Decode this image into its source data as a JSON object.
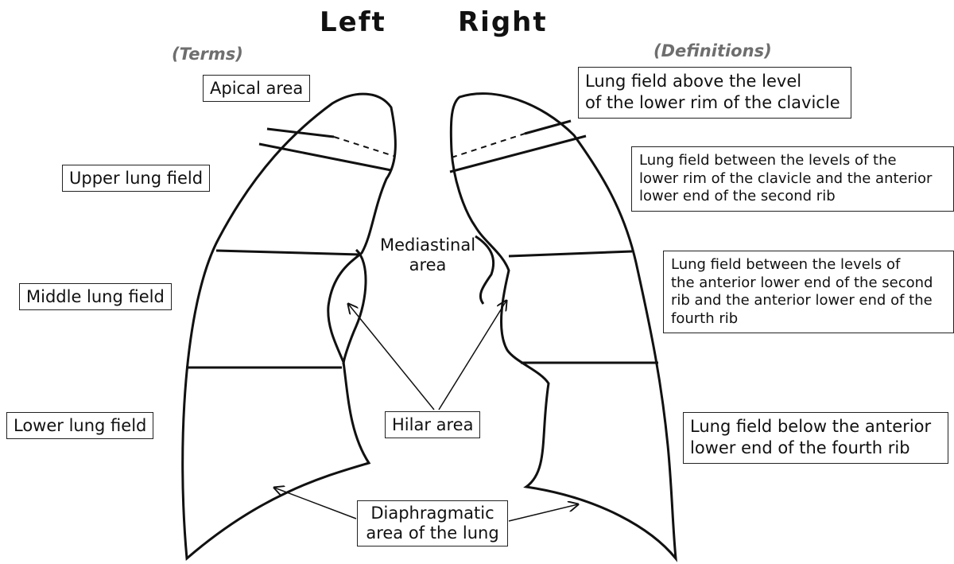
{
  "headings": {
    "left": "Left",
    "right": "Right"
  },
  "captions": {
    "terms": "(Terms)",
    "definitions": "(Definitions)"
  },
  "terms": {
    "apical": "Apical area",
    "upper": "Upper lung field",
    "middle": "Middle lung field",
    "lower": "Lower lung field",
    "hilar": "Hilar area",
    "diaphragmatic": [
      "Diaphragmatic",
      "area of the lung"
    ],
    "mediastinal": [
      "Mediastinal",
      "area"
    ]
  },
  "definitions": {
    "apical": [
      "Lung field above the level",
      "of the lower rim of the clavicle"
    ],
    "upper": [
      "Lung field between the levels of the",
      "lower rim of the clavicle and the anterior",
      "lower end of the second rib"
    ],
    "middle": [
      "Lung field between the levels of",
      "the anterior lower end of the second",
      "rib and the anterior lower end of the",
      "fourth rib"
    ],
    "lower": [
      "Lung field below the anterior",
      "lower end of the fourth rib"
    ]
  }
}
